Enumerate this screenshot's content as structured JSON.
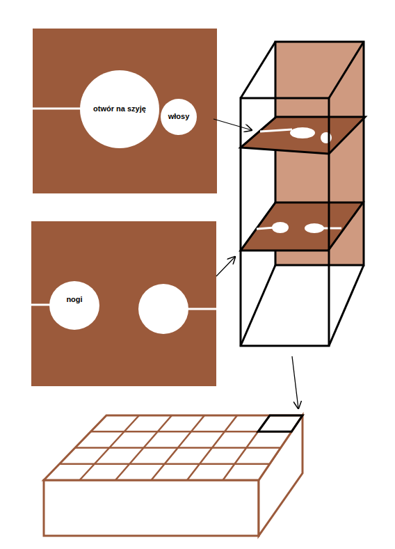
{
  "diagram": {
    "nodes": [
      {
        "text": [
          "otwór na szyję"
        ]
      },
      {
        "text": [
          "włosy"
        ]
      },
      {
        "text": [
          "nogi"
        ]
      }
    ]
  }
}
